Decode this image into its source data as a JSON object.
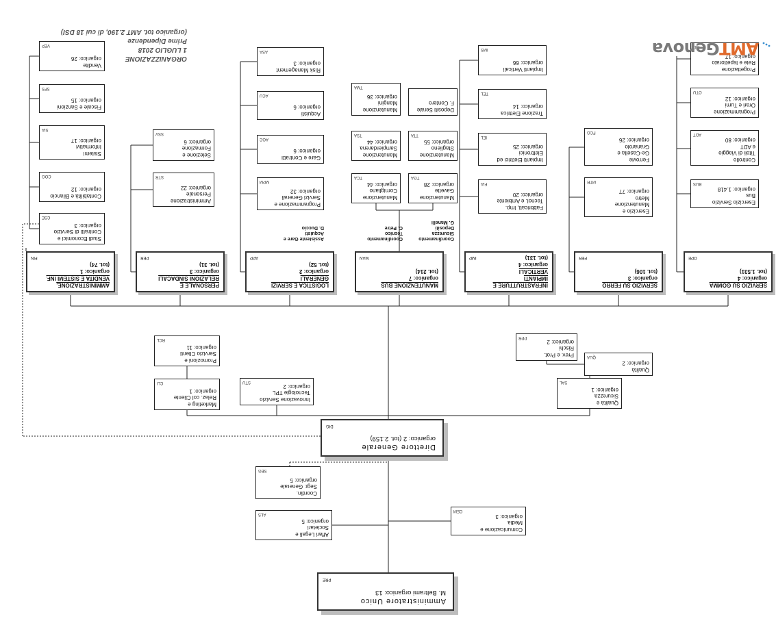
{
  "logo": {
    "prefix": "AMT",
    "suffix": "Genova"
  },
  "title": {
    "line1": "ORGANIZZAZIONE",
    "line2": "1 LUGLIO 2018",
    "line3": "Prime Dipendenze",
    "line4": "(organico tot. AMT 2.190, di cui 18 DSI)"
  },
  "amministratore": {
    "name": "Amministratore Unico",
    "sub": "M. Beltrami",
    "org": "organico: 13",
    "code": "PRE"
  },
  "direttore": {
    "name": "Direttore Generale",
    "org": "organico: 2",
    "tot": "(tot. 2.159)",
    "code": "DIG"
  },
  "staff_pre": [
    {
      "name": "Comunicazione e\nMedia",
      "org": "organico: 3",
      "code": "CEM"
    },
    {
      "name": "Affari Legali e\nSocietari",
      "org": "organico: 5",
      "code": "ALS"
    },
    {
      "name": "Coordin.\nSegr. Generale",
      "org": "organico: 5",
      "code": "SEG"
    }
  ],
  "staff_dig": [
    {
      "name": "Qualità e\nSicurezza",
      "org": "organico: 1",
      "code": "SAL"
    },
    {
      "name": "Qualità",
      "org": "organico: 2",
      "code": "QUA"
    },
    {
      "name": "Prev. e Prot.\nRischi",
      "org": "organico: 2",
      "code": "PPR"
    },
    {
      "name": "Innovazione Servizio\nTecnologie TPL",
      "org": "organico: 2",
      "code": "STU"
    },
    {
      "name": "Marketing e\nRelaz. col Cliente",
      "org": "organico: 1",
      "code": "CLI"
    },
    {
      "name": "Promozioni e\nServizio Clienti",
      "org": "organico: 11",
      "code": "RCL"
    }
  ],
  "departments": [
    {
      "name": "SERVIZIO SU GOMMA",
      "org": "organico: 4",
      "tot": "(tot. 1.531)",
      "code": "OPE"
    },
    {
      "name": "SERVIZIO SU FERRO",
      "org": "organico: 3",
      "tot": "(tot. 106)",
      "code": "FER"
    },
    {
      "name": "INFRASTRUTTURE E IMPIANTI\nVERTICALI",
      "org": "organico: 4",
      "tot": "(tot. 131)",
      "code": "IMP"
    },
    {
      "name": "MANUTENZIONE BUS",
      "org": "organico: 7",
      "tot": "(tot. 214)",
      "code": "MAN"
    },
    {
      "name": "LOGISTICA E SERVIZI\nGENERALI",
      "org": "organico: 2",
      "tot": "(tot. 52)",
      "code": "APP"
    },
    {
      "name": "PERSONALE E\nRELAZIONI SINDACALI",
      "org": "organico: 3",
      "tot": "(tot. 31)",
      "code": "PER"
    },
    {
      "name": "AMMINISTRAZIONE,\nVENDITA E SISTEMI INF.",
      "org": "organico: 1",
      "tot": "(tot. 74)",
      "code": "FIN"
    }
  ],
  "ope_units": [
    {
      "name": "Esercizio Servizio\nBus",
      "org": "organico: 1.418",
      "code": "BUS"
    },
    {
      "name": "Controllo\nTitoli di Viaggio\ne ADT",
      "org": "organico: 80",
      "code": "ADT"
    },
    {
      "name": "Programmazione\nOrari e Turni",
      "org": "organico: 12",
      "code": "OTU"
    },
    {
      "name": "Progettazione\nRete e Ispettorato",
      "org": "organico: 17",
      "code": "ISP"
    }
  ],
  "fer_units": [
    {
      "name": "Esercizio e\nManutenzione\nMetro",
      "org": "organico: 77",
      "code": "MTR"
    },
    {
      "name": "Ferrovie\nGe-Casella e\nGranarolo",
      "org": "organico: 26",
      "code": "FCG"
    }
  ],
  "imp_units": [
    {
      "name": "Fabbricati, Imp.\nTecnol. e Ambiente",
      "org": "organico: 20",
      "code": "FIA"
    },
    {
      "name": "Impianti Elettrici ed\nElettronici",
      "org": "organico: 25",
      "code": "IEL"
    },
    {
      "name": "Trazione Elettrica",
      "org": "organico: 14",
      "code": "TEL"
    },
    {
      "name": "Impianti Verticali",
      "org": "organico: 66",
      "code": "IMS"
    }
  ],
  "man_notes": {
    "left": "Coordinamento\nTecnico\nC. Petre",
    "right": "Coordinamento\nSicurezza\nDepositi\nG. Manelli"
  },
  "man_units_left": [
    {
      "name": "Manutenzione\nCornigliano",
      "org": "organico: 44",
      "code": "TCA"
    },
    {
      "name": "Manutenzione\nSampierdarena",
      "org": "organico: 44",
      "code": "TSA"
    },
    {
      "name": "Manutenzione\nMangini",
      "org": "organico: 36",
      "code": "TMA"
    }
  ],
  "man_units_right": [
    {
      "name": "Manutenzione\nGavette",
      "org": "organico: 28",
      "code": "TGA"
    },
    {
      "name": "Manutenzione\nStaglieno",
      "org": "organico: 55",
      "code": "TTA"
    },
    {
      "name": "Depositi Serale\nF. Contero",
      "org": "",
      "code": ""
    }
  ],
  "app_note": "Assistente Gare e\nAcquisti\nD. Duccio",
  "app_units": [
    {
      "name": "Programmazione e\nServizi Generali",
      "org": "organico: 32",
      "code": "MPM"
    },
    {
      "name": "Gare e Contratti",
      "org": "organico: 6",
      "code": "AGC"
    },
    {
      "name": "Acquisti",
      "org": "organico: 6",
      "code": "ACU"
    },
    {
      "name": "Risk Management",
      "org": "organico: 3",
      "code": "ASA"
    }
  ],
  "per_units": [
    {
      "name": "Amministrazione\nPersonale",
      "org": "organico: 22",
      "code": "STR"
    },
    {
      "name": "Selezione e\nFormazione",
      "org": "organico: 6",
      "code": "SSV"
    }
  ],
  "fin_units": [
    {
      "name": "Studi Economici e\nContratti di Servizio",
      "org": "organico: 3",
      "code": "CSE"
    },
    {
      "name": "Contabilità e Bilancio",
      "org": "organico: 12",
      "code": "COG"
    },
    {
      "name": "Sistemi\nInformativi",
      "org": "organico: 17",
      "code": "SIA"
    },
    {
      "name": "Fiscale e Sanzioni",
      "org": "organico: 15",
      "code": "SFS"
    },
    {
      "name": "Vendite",
      "org": "organico: 26",
      "code": "VEP"
    }
  ]
}
